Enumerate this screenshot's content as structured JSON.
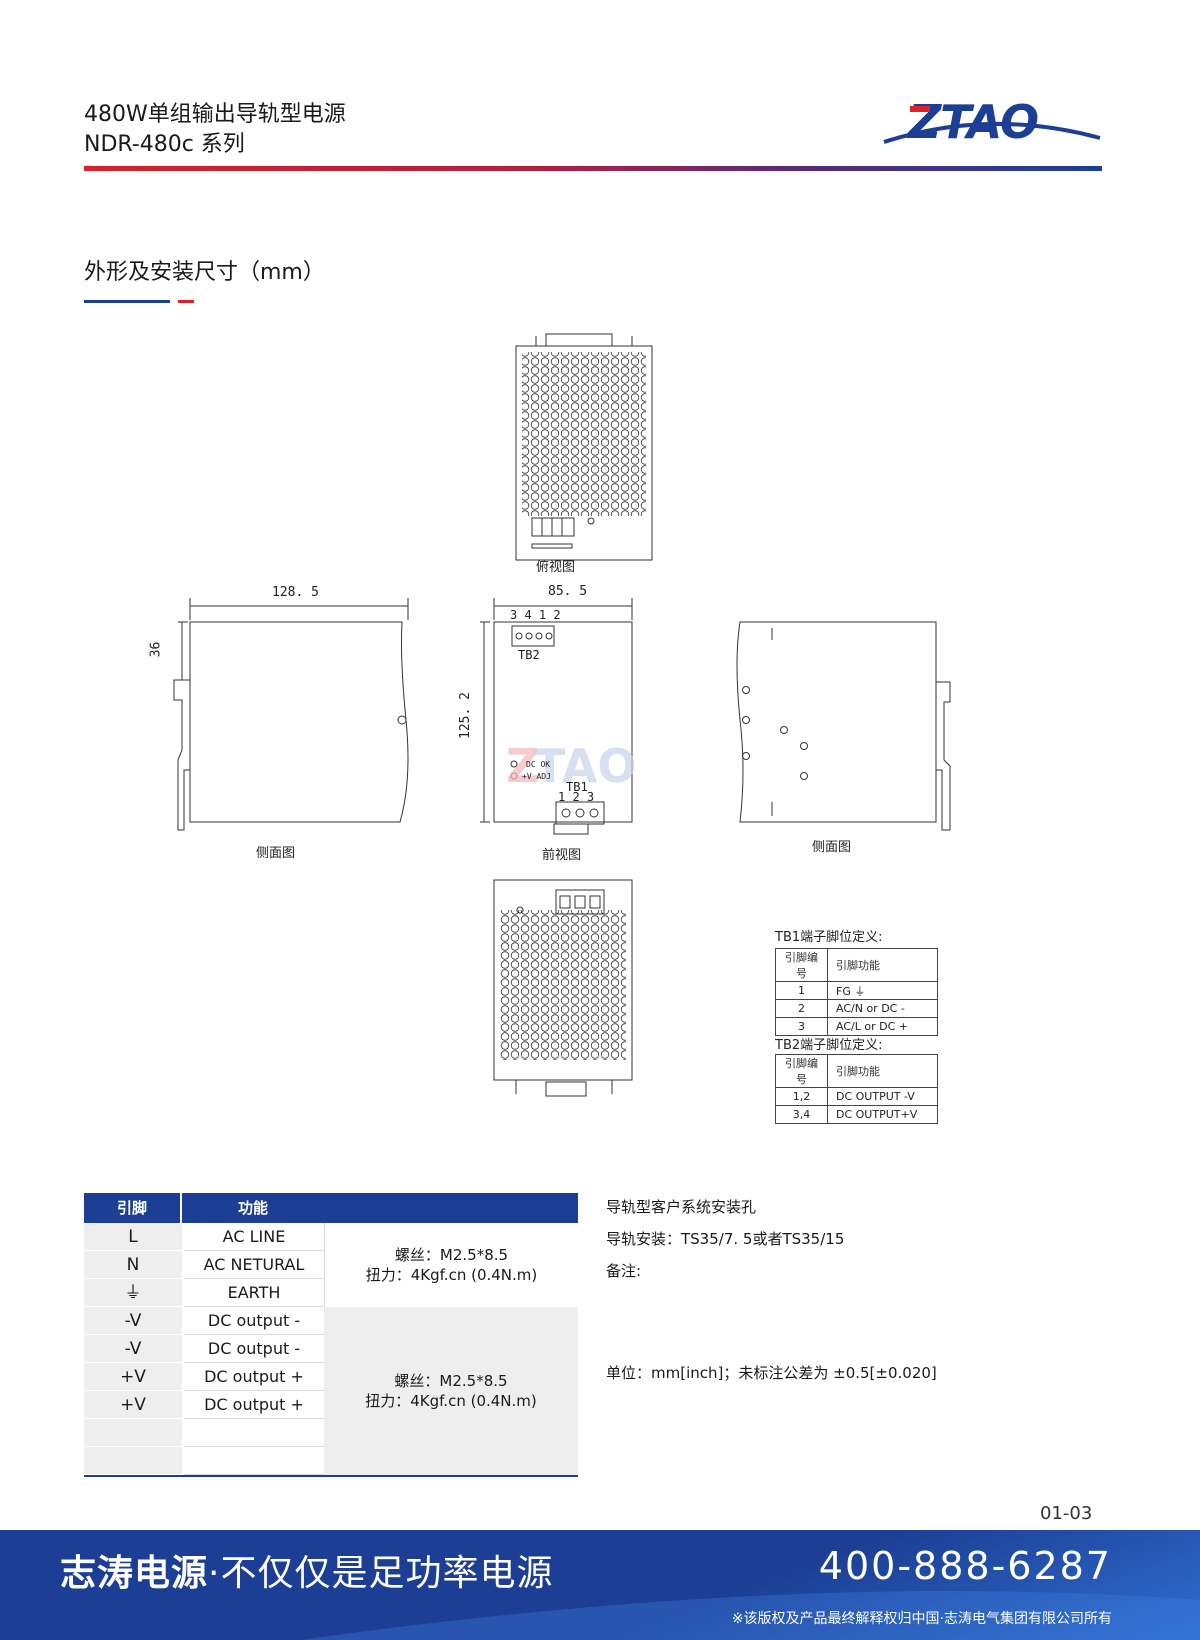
{
  "header": {
    "title_line1": "480W单组输出导轨型电源",
    "title_line2": "NDR-480c  系列",
    "logo_text": "ZTAO"
  },
  "section": {
    "title": "外形及安装尺寸（mm）"
  },
  "drawing": {
    "top_view_label": "俯视图",
    "side_view_left_label": "侧面图",
    "front_view_label": "前视图",
    "side_view_right_label": "侧面图",
    "dim_depth": "128. 5",
    "dim_36": "36",
    "dim_width": "85. 5",
    "dim_height": "125. 2",
    "tb2_pins": "3 4 1 2",
    "tb2_label": "TB2",
    "tb1_label": "TB1",
    "tb1_pins": "1  2  3",
    "dc_ok": "DC OK",
    "v_adj": "+V ADJ"
  },
  "tb1_table": {
    "caption": "TB1端子脚位定义:",
    "headers": [
      "引脚编号",
      "引脚功能"
    ],
    "rows": [
      [
        "1",
        "FG ⏚"
      ],
      [
        "2",
        "AC/N or DC -"
      ],
      [
        "3",
        "AC/L  or DC +"
      ]
    ]
  },
  "tb2_table": {
    "caption": "TB2端子脚位定义:",
    "headers": [
      "引脚编号",
      "引脚功能"
    ],
    "rows": [
      [
        "1,2",
        "DC OUTPUT -V"
      ],
      [
        "3,4",
        "DC OUTPUT+V"
      ]
    ]
  },
  "pin_table": {
    "headers": [
      "引脚",
      "功能"
    ],
    "rows": [
      [
        "L",
        "AC LINE"
      ],
      [
        "N",
        "AC NETURAL"
      ],
      [
        "⏚",
        "EARTH"
      ],
      [
        "-V",
        "DC output -"
      ],
      [
        "-V",
        "DC output -"
      ],
      [
        "+V",
        "DC output +"
      ],
      [
        "+V",
        "DC output +"
      ],
      [
        "",
        ""
      ],
      [
        "",
        ""
      ]
    ],
    "merge1_line1": "螺丝：M2.5*8.5",
    "merge1_line2": "扭力：4Kgf.cn (0.4N.m)",
    "merge2_line1": "螺丝：M2.5*8.5",
    "merge2_line2": "扭力：4Kgf.cn (0.4N.m)"
  },
  "notes": {
    "line1": "导轨型客户系统安装孔",
    "line2": "导轨安装：TS35/7. 5或者TS35/15",
    "line3": "备注:",
    "line4": "单位：mm[inch]；未标注公差为 ±0.5[±0.020]"
  },
  "page_number": "01-03",
  "footer": {
    "slogan_bold": "志涛电源",
    "slogan_rest": "·不仅仅是足功率电源",
    "phone": "400-888-6287",
    "copyright": "※该版权及产品最终解释权归中国·志涛电气集团有限公司所有"
  },
  "colors": {
    "brand_blue": "#1c3f95",
    "brand_red": "#d8232a"
  }
}
